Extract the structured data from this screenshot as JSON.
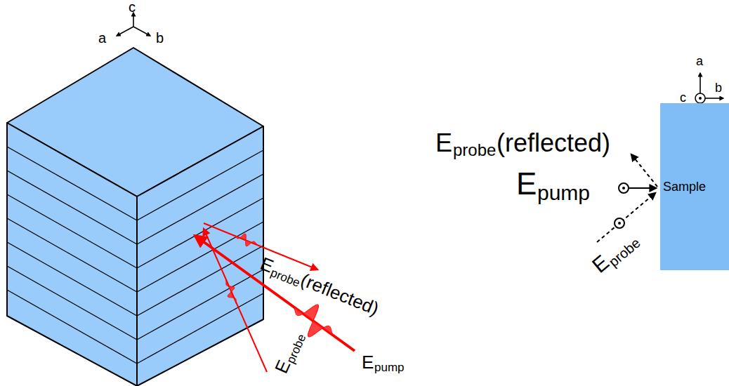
{
  "diagram": {
    "nodes": [
      {
        "text": [
          "Sample"
        ]
      }
    ],
    "labels": [
      "c",
      "a",
      "b",
      "E",
      "probe",
      "(reflected)",
      "E",
      "probe",
      "E",
      "pump",
      "a",
      "c",
      "b",
      "E",
      "probe",
      "(reflected)",
      "E",
      "pump",
      "E",
      "probe"
    ]
  }
}
